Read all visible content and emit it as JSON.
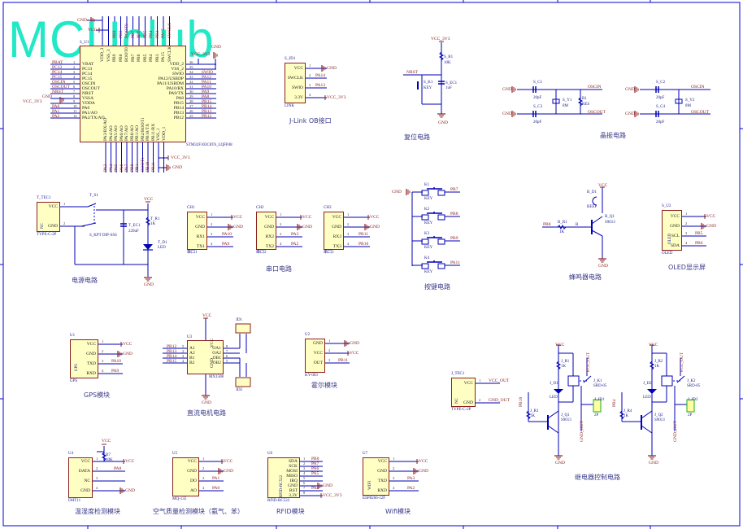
{
  "watermark": "MCUclub",
  "titles": {
    "jlink": "J-Link OB接口",
    "reset": "复位电路",
    "crystal": "晶振电路",
    "power": "电源电路",
    "serial": "串口电路",
    "keys": "按键电路",
    "buzzer": "蜂鸣器电路",
    "oled": "OLED显示屏",
    "gps": "GPS模块",
    "motor": "直流电机电路",
    "hall": "霍尔模块",
    "dht": "温湿度检测模块",
    "air": "空气质量检测模块（氨气、苯）",
    "rfid": "RFID模块",
    "wifi": "Wifi模块",
    "relay": "继电器控制电路"
  },
  "mcu": {
    "ref": "S_U1",
    "part": "STM32F103C8T6_LQFP48",
    "left": [
      {
        "n": "VBAT",
        "num": "1",
        "net": "PBAT"
      },
      {
        "n": "PC13",
        "num": "2",
        "net": "PC13"
      },
      {
        "n": "PC14",
        "num": "3",
        "net": "PC14"
      },
      {
        "n": "PC15",
        "num": "4",
        "net": "PC15"
      },
      {
        "n": "OSCIN",
        "num": "5",
        "net": "OSCIN"
      },
      {
        "n": "OSCOUT",
        "num": "6",
        "net": "OSCOUT"
      },
      {
        "n": "NRST",
        "num": "7",
        "net": "NRST"
      },
      {
        "n": "VSSA",
        "num": "8",
        "net": "GND"
      },
      {
        "n": "VDDA",
        "num": "9",
        "net": "VCC_3V3"
      },
      {
        "n": "PA0",
        "num": "10",
        "net": "PA0"
      },
      {
        "n": "PA1/AO",
        "num": "11",
        "net": "PA1"
      },
      {
        "n": "PA2/TX/AO",
        "num": "12",
        "net": "PA2"
      }
    ],
    "right": [
      {
        "n": "VDD_2",
        "num": "36",
        "net": "VCC_3V3"
      },
      {
        "n": "VSS_2",
        "num": "35",
        "net": "GND"
      },
      {
        "n": "SWIO",
        "num": "34",
        "net": "SWIO"
      },
      {
        "n": "PA12/USBDP",
        "num": "33",
        "net": "PA12"
      },
      {
        "n": "PA11/USBDM",
        "num": "32",
        "net": "PA11"
      },
      {
        "n": "PA10/RX",
        "num": "31",
        "net": "PA10"
      },
      {
        "n": "PA9/TX",
        "num": "30",
        "net": "PA9"
      },
      {
        "n": "PA8",
        "num": "29",
        "net": "PA8"
      },
      {
        "n": "PB15",
        "num": "28",
        "net": "PB15"
      },
      {
        "n": "PB14",
        "num": "27",
        "net": "PB14"
      },
      {
        "n": "PB13",
        "num": "26",
        "net": "PB13"
      },
      {
        "n": "PB12",
        "num": "25",
        "net": "PB12"
      }
    ],
    "top": [
      {
        "n": "VDD_3",
        "net": "VCC"
      },
      {
        "n": "VSS_3",
        "net": "GND"
      },
      {
        "n": "PB9",
        "net": "PB9"
      },
      {
        "n": "PB8",
        "net": "PB8"
      },
      {
        "n": "BOOT0",
        "net": "BOOT0"
      },
      {
        "n": "PB7",
        "net": "PB7"
      },
      {
        "n": "PB6",
        "net": "PB6"
      },
      {
        "n": "PB5",
        "net": "PB5"
      },
      {
        "n": "PB4",
        "net": "PB4"
      },
      {
        "n": "PB3",
        "net": "PB3"
      },
      {
        "n": "PA15",
        "net": "PA15"
      },
      {
        "n": "SWCLK",
        "net": "SWCLK"
      }
    ],
    "bottom": [
      {
        "n": "PA3/RX/AO",
        "net": "PA3"
      },
      {
        "n": "PA4/AO",
        "net": "PA4"
      },
      {
        "n": "PA5/AO",
        "net": "PA5"
      },
      {
        "n": "PA6/AO",
        "net": "PA6"
      },
      {
        "n": "PA7/AO",
        "net": "PA7"
      },
      {
        "n": "PB0/AO",
        "net": "PB0"
      },
      {
        "n": "PB1/AO",
        "net": "PB1"
      },
      {
        "n": "PB2/BOOT1",
        "net": "BOOT1"
      },
      {
        "n": "PB10/TX",
        "net": "PB10"
      },
      {
        "n": "PB11/RX",
        "net": "PB11"
      },
      {
        "n": "VSS_1",
        "net": "GND"
      },
      {
        "n": "VDD_1",
        "net": "VCC_3V3"
      }
    ]
  },
  "modules": {
    "jlink": {
      "ref": "S_JD1",
      "part": "LINK",
      "pins": [
        {
          "n": "VCC",
          "num": "1",
          "net": "GND"
        },
        {
          "n": "SWCLK",
          "num": "2",
          "net": "PA14"
        },
        {
          "n": "SWIO",
          "num": "3",
          "net": "PA13"
        },
        {
          "n": "3.3V",
          "num": "4",
          "net": "VCC_3V3"
        }
      ]
    },
    "ch1": {
      "ref": "CH1",
      "part": "串口1",
      "pins": [
        {
          "n": "VCC",
          "num": "1",
          "net": "VCC"
        },
        {
          "n": "GND",
          "num": "2",
          "net": "GND"
        },
        {
          "n": "RX1",
          "num": "3",
          "net": "PA10"
        },
        {
          "n": "TX1",
          "num": "4",
          "net": "PA9"
        }
      ]
    },
    "ch2": {
      "ref": "CH2",
      "part": "串口2",
      "pins": [
        {
          "n": "VCC",
          "num": "1",
          "net": "VCC"
        },
        {
          "n": "GND",
          "num": "2",
          "net": "GND"
        },
        {
          "n": "RX2",
          "num": "3",
          "net": "PA3"
        },
        {
          "n": "TX2",
          "num": "4",
          "net": "PA2"
        }
      ]
    },
    "ch3": {
      "ref": "CH3",
      "part": "串口3",
      "pins": [
        {
          "n": "VCC",
          "num": "1",
          "net": "VCC"
        },
        {
          "n": "GND",
          "num": "2",
          "net": "GND"
        },
        {
          "n": "RX3",
          "num": "3",
          "net": "PB11"
        },
        {
          "n": "TX3",
          "num": "4",
          "net": "PB10"
        }
      ]
    },
    "oled": {
      "ref": "S_U2",
      "part": "OLED",
      "inner": "OLED",
      "pins": [
        {
          "n": "VCC",
          "num": "1",
          "net": "VCC"
        },
        {
          "n": "GND",
          "num": "2",
          "net": "GND"
        },
        {
          "n": "SCL",
          "num": "3",
          "net": "PB5"
        },
        {
          "n": "SDA",
          "num": "4",
          "net": "PB6"
        }
      ]
    },
    "gps": {
      "ref": "U1",
      "part": "GPS",
      "inner": "GPS",
      "pins": [
        {
          "n": "VCC",
          "num": "1",
          "net": "VCC"
        },
        {
          "n": "GND",
          "num": "2",
          "net": "GND"
        },
        {
          "n": "TXD",
          "num": "3",
          "net": "PA10"
        },
        {
          "n": "RXD",
          "num": "4",
          "net": "PA9"
        }
      ]
    },
    "hall": {
      "ref": "U2",
      "part": "KY-003",
      "pins": [
        {
          "n": "GND",
          "num": "1",
          "net": "GND"
        },
        {
          "n": "VCC",
          "num": "2",
          "net": "VCC"
        },
        {
          "n": "OUT",
          "num": "3",
          "net": "PB11"
        }
      ]
    },
    "dht": {
      "ref": "U4",
      "part": "DHT11",
      "pins": [
        {
          "n": "VCC",
          "num": "1",
          "net": "VCC"
        },
        {
          "n": "DATA",
          "num": "2",
          "net": "PA8"
        },
        {
          "n": "NC",
          "num": "3",
          "net": ""
        },
        {
          "n": "GND",
          "num": "4",
          "net": "GND"
        }
      ]
    },
    "mq": {
      "ref": "U5",
      "part": "MQ-135",
      "pins": [
        {
          "n": "VCC",
          "num": "1",
          "net": "VCC"
        },
        {
          "n": "GND",
          "num": "2",
          "net": "GND"
        },
        {
          "n": "DO",
          "num": "3",
          "net": "PA1"
        },
        {
          "n": "AO",
          "num": "4",
          "net": "PA0"
        }
      ]
    },
    "rfid": {
      "ref": "U6",
      "part": "RFID-RC522",
      "inner": "RFID-RC522",
      "pins": [
        {
          "n": "SDA",
          "num": "1",
          "net": "PB0"
        },
        {
          "n": "SCK",
          "num": "2",
          "net": "PA7"
        },
        {
          "n": "MOSI",
          "num": "3",
          "net": "PA6"
        },
        {
          "n": "MISO",
          "num": "4",
          "net": "PA5"
        },
        {
          "n": "IRQ",
          "num": "5",
          "net": ""
        },
        {
          "n": "GND",
          "num": "6",
          "net": "GND"
        },
        {
          "n": "RST",
          "num": "7",
          "net": "PA4"
        },
        {
          "n": "3.3V",
          "num": "8",
          "net": "VCC_3V3"
        }
      ]
    },
    "esp": {
      "ref": "U7",
      "part": "ESP8266-12F",
      "inner": "WIFI",
      "pins": [
        {
          "n": "VCC",
          "num": "1",
          "net": "VCC"
        },
        {
          "n": "GND",
          "num": "2",
          "net": "GND"
        },
        {
          "n": "TXD",
          "num": "3",
          "net": "PA3"
        },
        {
          "n": "RXD",
          "num": "4",
          "net": "PA2"
        }
      ]
    },
    "jtec": {
      "ref": "J_TEC1",
      "part": "TYPE-C-2P",
      "inner": "NC",
      "pins": [
        {
          "n": "VCC",
          "num": "1",
          "net": "VCC_OUT"
        },
        {
          "n": "GND",
          "num": "2",
          "net": "GND_OUT"
        }
      ]
    },
    "ttec": {
      "ref": "T_TEC1",
      "part": "TYPE-C-2P",
      "inner": "NC",
      "pins": [
        {
          "n": "VCC",
          "num": "1",
          "net": ""
        },
        {
          "n": "GND",
          "num": "2",
          "net": ""
        }
      ]
    }
  },
  "motor": {
    "ref": "U3",
    "part": "MX1508",
    "left": [
      {
        "n": "A1",
        "num": "5",
        "net": "PB12"
      },
      {
        "n": "A2",
        "num": "2",
        "net": "PB13"
      },
      {
        "n": "B1",
        "num": "3",
        "net": "PB14"
      },
      {
        "n": "B2",
        "num": "4",
        "net": "PB15"
      }
    ],
    "right": [
      {
        "n": "OA1",
        "num": "8"
      },
      {
        "n": "OA2",
        "num": "7"
      },
      {
        "n": "OB1",
        "num": "6"
      },
      {
        "n": "OB2",
        "num": "5"
      }
    ],
    "vcc_pin": "VCC",
    "gnd_pin": "GND",
    "vcc": "VCC",
    "gnd": "GND",
    "jd1": "JD1",
    "jd2": "JD2"
  },
  "reset": [
    "VCC_3V3",
    "S_R1",
    "10K",
    "NRST",
    "S_K1",
    "KEY",
    "S_EC1",
    "1uF",
    "GND"
  ],
  "crystal1": [
    "GND",
    "S_C1",
    "20pF",
    "GND",
    "S_C3",
    "20pF",
    "S_Y1",
    "8M",
    "R1",
    "RES",
    "OSCIN",
    "OSCOUT"
  ],
  "crystal2": [
    "GND",
    "S_C2",
    "20pF",
    "GND",
    "S_C4",
    "20pF",
    "S_Y2",
    "8M",
    "OSCIN",
    "OSCOUT"
  ],
  "power": [
    "T_S1",
    "S_KPT DIP-SSS",
    "T_EC1",
    "220uF",
    "VCC",
    "T_R1",
    "1K",
    "T_D1",
    "LED",
    "GND"
  ],
  "keys": {
    "gnd": "GND",
    "items": [
      {
        "ref": "K1",
        "part": "KEY",
        "net": "PB7"
      },
      {
        "ref": "K2",
        "part": "KEY",
        "net": "PB8"
      },
      {
        "ref": "K3",
        "part": "KEY",
        "net": "PB9"
      },
      {
        "ref": "K4",
        "part": "KEY",
        "net": "PA11"
      }
    ]
  },
  "buzzer": [
    "VCC",
    "B_D1",
    "BEEP",
    "B_Q1",
    "S9013",
    "B_R1",
    "1K",
    "PB8",
    "B",
    "GND"
  ],
  "dht_extra": [
    "VCC",
    "R7",
    "10K"
  ],
  "relay": {
    "channels": [
      {
        "vcc": "VCC",
        "r": "J_R1",
        "rv": "1K",
        "d": "J_D1",
        "dv": "LED",
        "k": "J_K1",
        "kv": "SRD-05",
        "jd": "J_JD1",
        "jdv": "2P",
        "rb": "J_R3",
        "rbv": "1K",
        "q": "J_Q1",
        "qv": "S9013",
        "in": "PB10",
        "vout": "VCC_OUT",
        "gout": "GND_OUT",
        "gnd": "GND"
      },
      {
        "vcc": "VCC",
        "r": "J_R2",
        "rv": "1K",
        "d": "J_D2",
        "dv": "LED",
        "k": "J_K2",
        "kv": "SRD-05",
        "jd": "J_JD2",
        "jdv": "2P",
        "rb": "J_R4",
        "rbv": "1K",
        "q": "J_Q2",
        "qv": "S9013",
        "in": "PB4",
        "vout": "VCC_OUT",
        "gout": "GND_OUT",
        "gnd": "GND"
      }
    ]
  },
  "colors": {
    "wire": "#0000b4",
    "net": "#8b2020",
    "box_fill": "#ffffc4",
    "title": "#3a3a8a",
    "watermark": "#22e8c6",
    "connector": "#19b019"
  }
}
